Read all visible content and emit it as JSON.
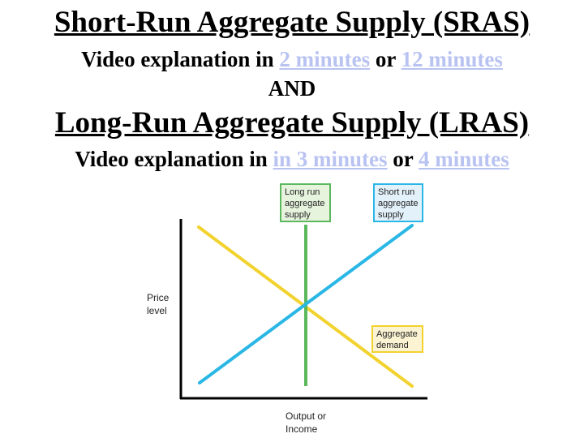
{
  "header": {
    "sras_title": "Short-Run Aggregate Supply (SRAS)",
    "sras_video_prefix": "Video explanation in",
    "sras_link_short": "2 minutes",
    "sras_connector": "or",
    "sras_link_long": "12 minutes",
    "and_text": "AND",
    "lras_title": "Long-Run Aggregate Supply (LRAS)",
    "lras_video_prefix": "Video explanation in",
    "lras_link_short": "in 3 minutes",
    "lras_connector": "or",
    "lras_link_long": "4 minutes"
  },
  "diagram": {
    "colors": {
      "lras": "#5cb85c",
      "sras": "#2ab7e6",
      "ad": "#f2d22e",
      "axis": "#000000",
      "lras_box_fill": "#e6f3dd",
      "sras_box_fill": "#e3f1fb",
      "ad_box_fill": "#fbf3d2"
    },
    "y_axis_label": [
      "Price",
      "level"
    ],
    "x_axis_label": [
      "Output or",
      "Income"
    ],
    "lras_label": [
      "Long run",
      "aggregate",
      "supply"
    ],
    "sras_label": [
      "Short run",
      "aggregate",
      "supply"
    ],
    "ad_label": [
      "Aggregate",
      "demand"
    ]
  }
}
